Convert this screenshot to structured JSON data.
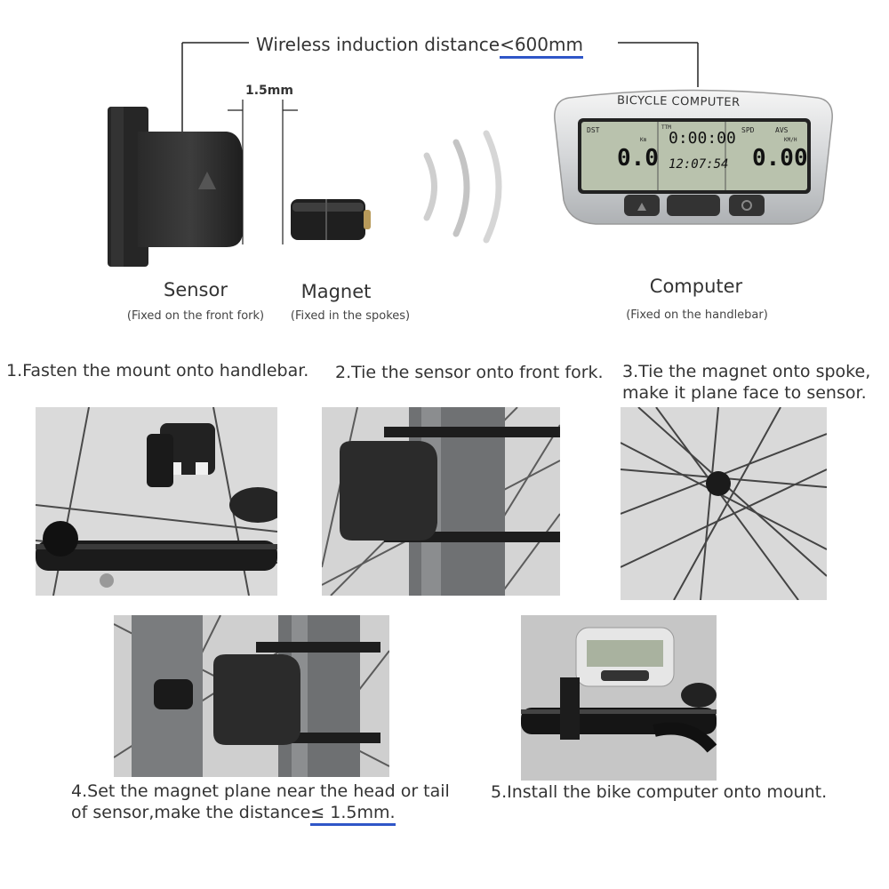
{
  "header": {
    "distance_label": "Wireless induction distance",
    "distance_value": "<600mm",
    "gap_label": "1.5mm"
  },
  "components": [
    {
      "name": "Sensor",
      "note": "(Fixed on the front fork)"
    },
    {
      "name": "Magnet",
      "note": "(Fixed in the spokes)"
    },
    {
      "name": "Computer",
      "note": "(Fixed on the handlebar)"
    }
  ],
  "computer_display": {
    "brand": "BICYCLE COMPUTER",
    "dst_label": "DST",
    "dst_unit": "Km",
    "dst_value": "0.0",
    "ttm_label": "TTM",
    "ttm_value": "0:00:00",
    "clock_value": "12:07:54",
    "spd_label": "SPD",
    "avs_label": "AVS",
    "speed_unit": "KM/H",
    "speed_value": "0.00"
  },
  "steps": [
    {
      "text": "1.Fasten the mount onto handlebar."
    },
    {
      "text": "2.Tie the sensor onto front fork."
    },
    {
      "line1": "3.Tie the magnet onto spoke,",
      "line2": "make it plane face to sensor."
    },
    {
      "line1": "4.Set the magnet plane near the head or tail",
      "line2_prefix": "of sensor,make the distance",
      "line2_value": "≤ 1.5mm."
    },
    {
      "text": "5.Install the bike computer onto mount."
    }
  ],
  "colors": {
    "highlight_underline": "#2f56c8",
    "text": "#333333"
  }
}
